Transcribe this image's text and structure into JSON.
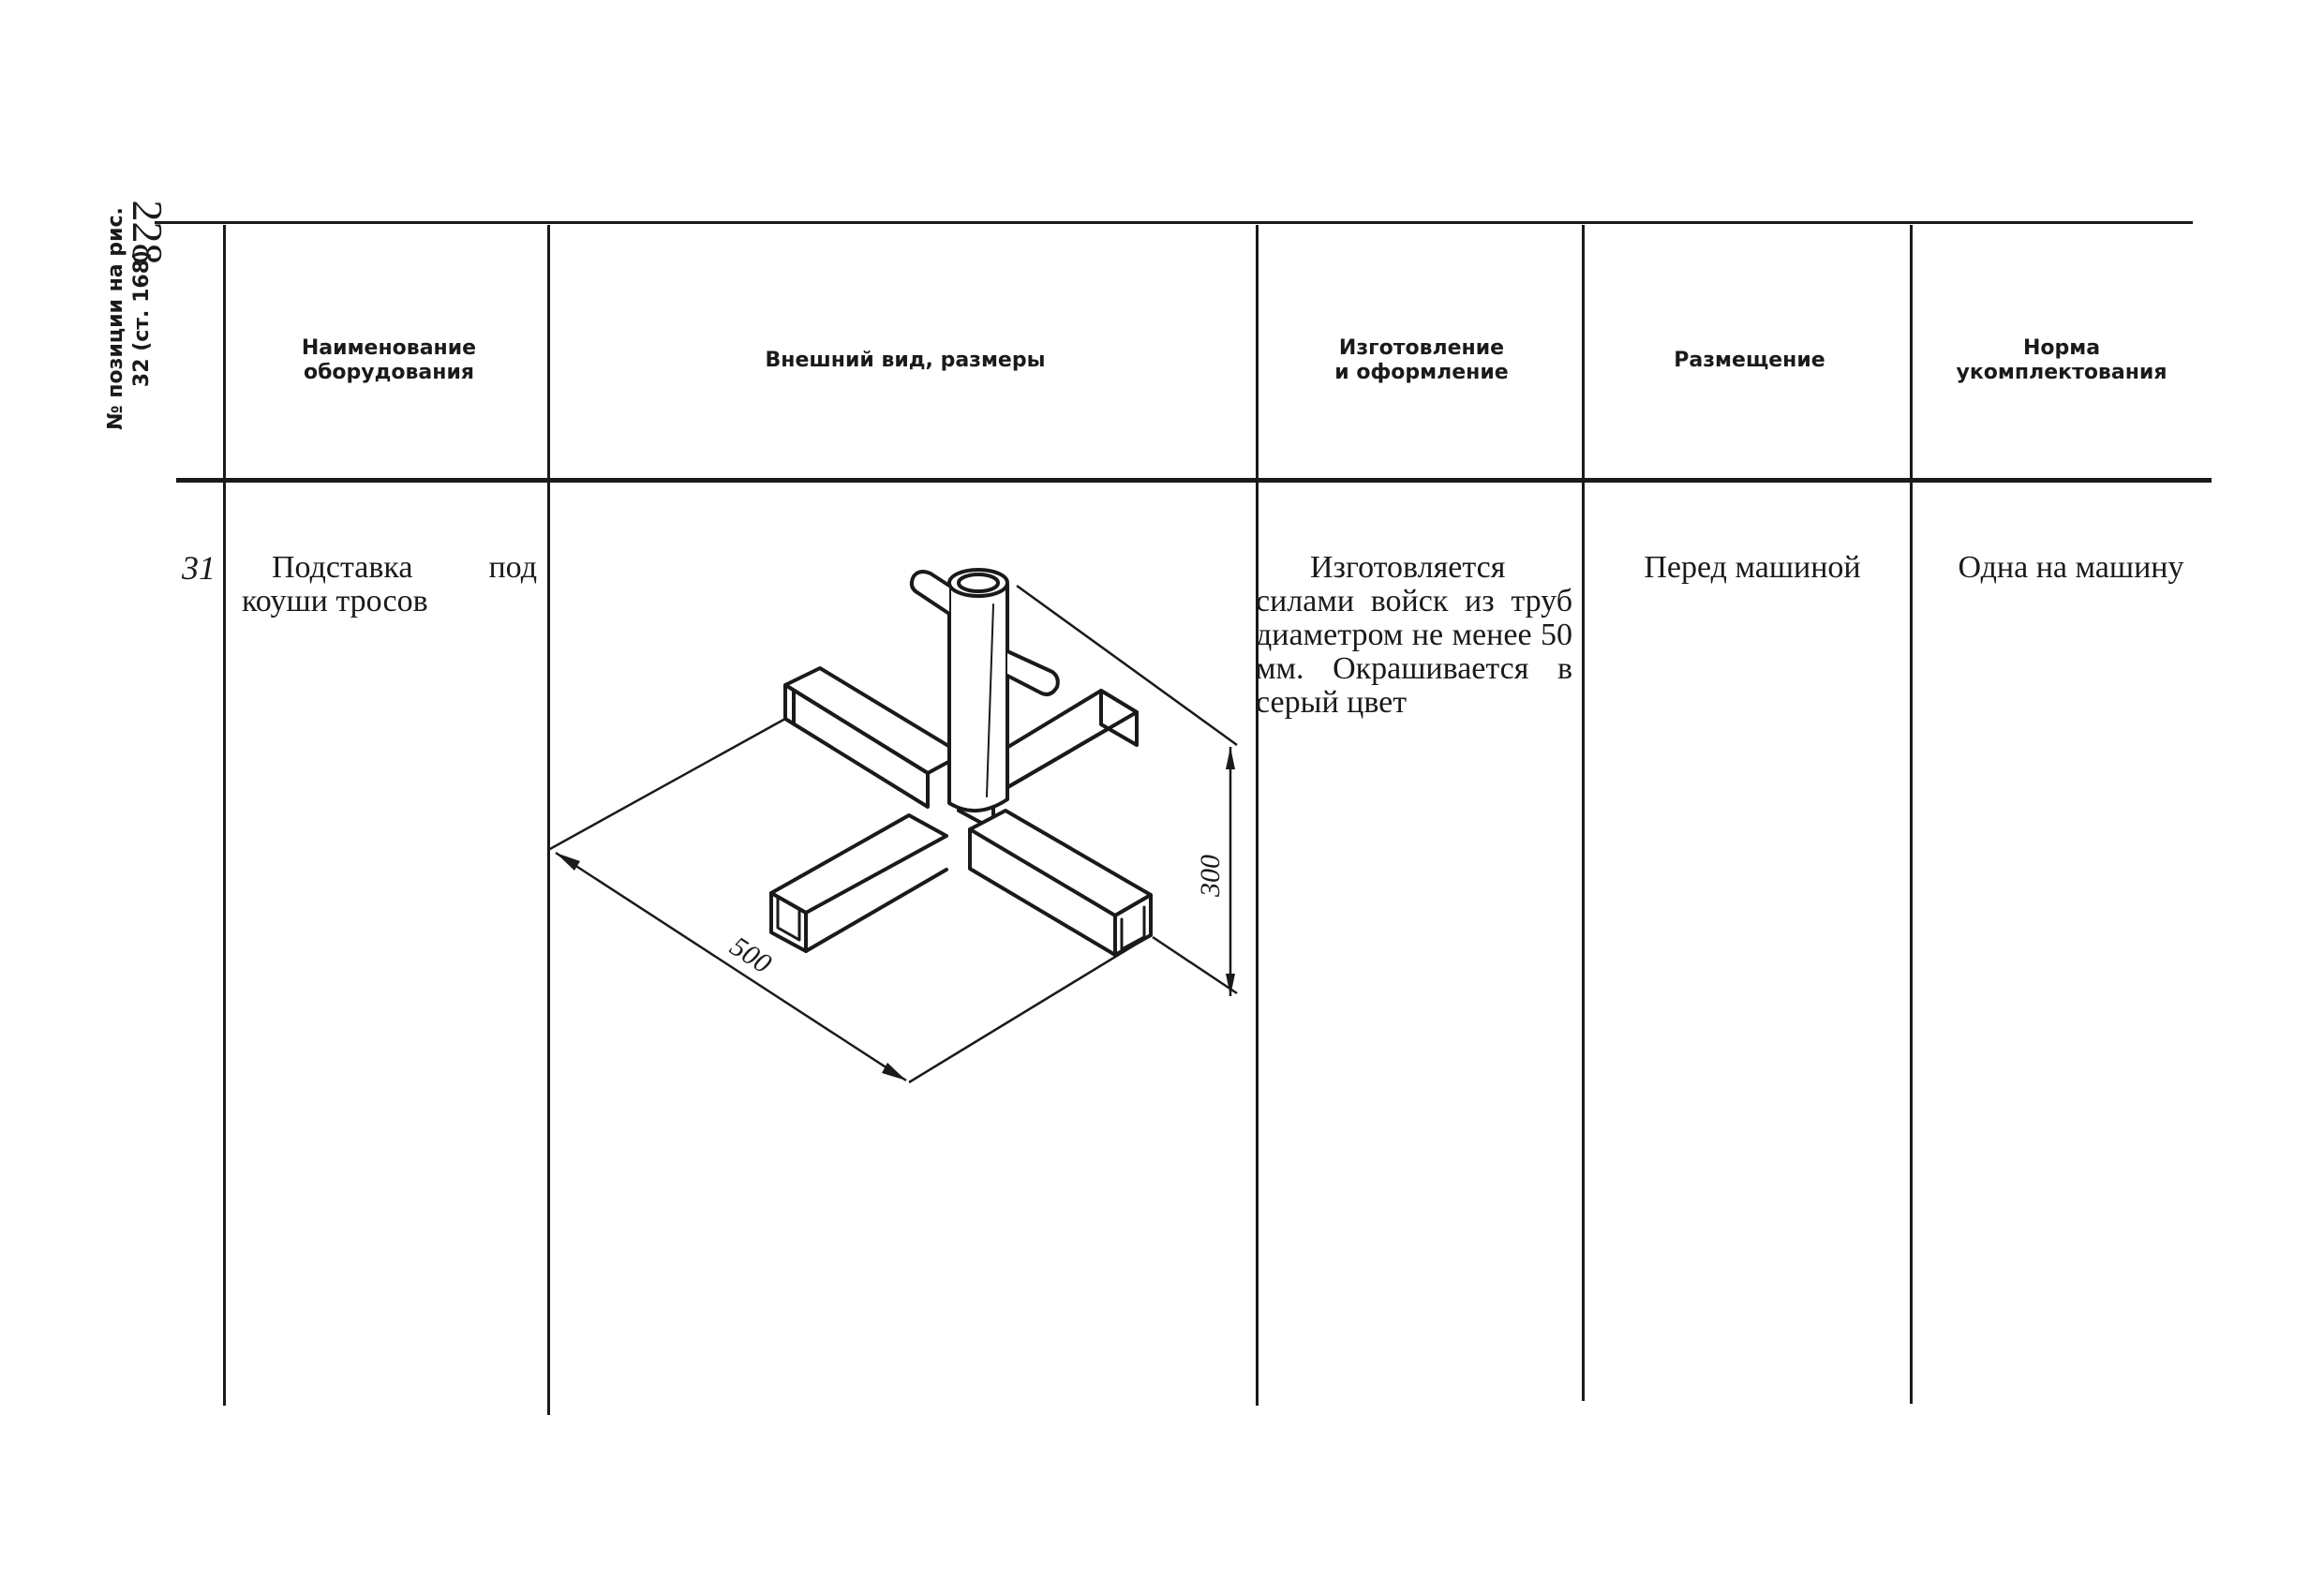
{
  "page": {
    "number": "228"
  },
  "table": {
    "headers": {
      "position": "№ позиции на рис. 32 (ст. 168)",
      "name": "Наименование\nоборудования",
      "appearance": "Внешний вид, размеры",
      "manufacture": "Изготовление\nи оформление",
      "placement": "Размещение",
      "norm": "Норма\nукомплектования"
    },
    "rows": [
      {
        "position": "31",
        "name": "Подставка под коуши тросов",
        "manufacture": "Изготовляется силами войск из труб диаметром не менее 50 мм. Окрашивается в серый цвет",
        "placement": "Перед машиной",
        "norm": "Одна на машину"
      }
    ]
  },
  "drawing": {
    "dimension_length": "500",
    "dimension_height": "300"
  }
}
